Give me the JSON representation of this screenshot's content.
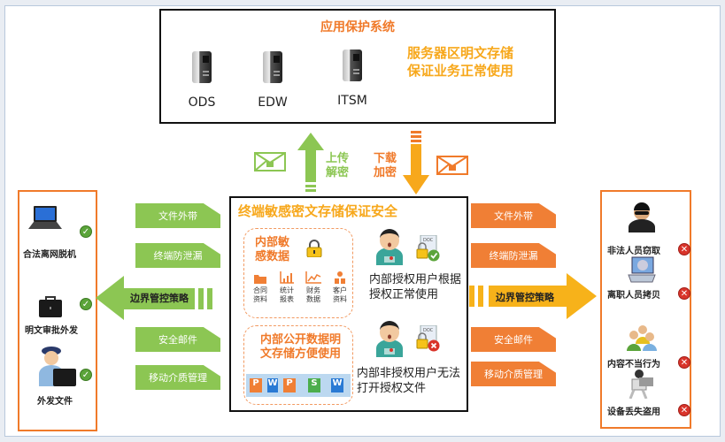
{
  "app_system": {
    "title": "应用保护系统",
    "servers": [
      {
        "label": "ODS",
        "icon": "server-icon"
      },
      {
        "label": "EDW",
        "icon": "server-icon"
      },
      {
        "label": "ITSM",
        "icon": "server-icon"
      }
    ],
    "slogan_line1": "服务器区明文存储",
    "slogan_line2": "保证业务正常使用"
  },
  "transfer": {
    "upload_line1": "上传",
    "upload_line2": "解密",
    "download_line1": "下载",
    "download_line2": "加密",
    "colors": {
      "upload": "#8cc653",
      "download": "#f7a81c"
    }
  },
  "terminal": {
    "title": "终端敏感密文存储保证安全",
    "sensitive": {
      "title_line1": "内部敏",
      "title_line2": "感数据",
      "items": [
        {
          "line1": "合同",
          "line2": "资料",
          "icon": "folder-icon"
        },
        {
          "line1": "统计",
          "line2": "报表",
          "icon": "bar-chart-icon"
        },
        {
          "line1": "财务",
          "line2": "数据",
          "icon": "line-chart-icon"
        },
        {
          "line1": "客户",
          "line2": "资料",
          "icon": "users-icon"
        }
      ]
    },
    "public": {
      "title_line1": "内部公开数据明",
      "title_line2": "文存储方便使用",
      "files": [
        "P",
        "W",
        "P",
        "S",
        "W"
      ]
    },
    "authorized": {
      "line1": "内部授权用户根据",
      "line2": "授权正常使用",
      "doc_label": "DOC"
    },
    "unauthorized": {
      "line1": "内部非授权用户无法",
      "line2": "打开授权文件",
      "doc_label": "DOC"
    }
  },
  "left_side": {
    "items": [
      {
        "label": "合法离网脱机",
        "icon": "laptop-icon",
        "status": "✓"
      },
      {
        "label": "明文审批外发",
        "icon": "briefcase-icon",
        "status": "✓"
      },
      {
        "label": "外发文件",
        "icon": "officer-icon",
        "status": "✓"
      }
    ],
    "tags": [
      "文件外带",
      "终端防泄漏",
      "安全邮件",
      "移动介质管理"
    ],
    "policy": "边界管控策略"
  },
  "right_side": {
    "items": [
      {
        "label": "非法人员窃取",
        "icon": "hacker-icon",
        "status": "✕"
      },
      {
        "label": "离职人员拷贝",
        "icon": "disk-copy-icon",
        "status": "✕"
      },
      {
        "label": "内容不当行为",
        "icon": "group-icon",
        "status": "✕"
      },
      {
        "label": "设备丢失盗用",
        "icon": "thief-icon",
        "status": "✕"
      }
    ],
    "tags": [
      "文件外带",
      "终端防泄漏",
      "安全邮件",
      "移动介质管理"
    ],
    "policy": "边界管控策略"
  },
  "colors": {
    "orange": "#f07a2a",
    "yellow": "#f7a81c",
    "green": "#8cc653",
    "tag_orange": "#f07f35"
  }
}
